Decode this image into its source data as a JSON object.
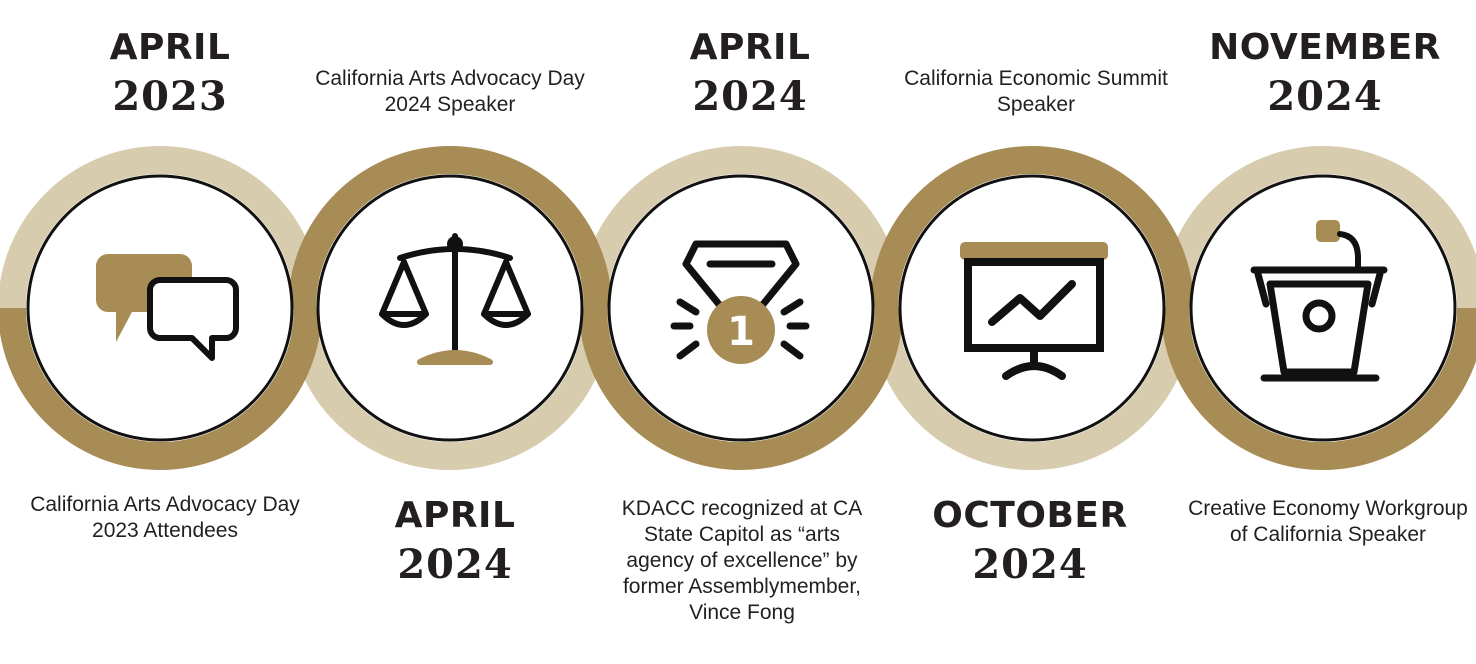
{
  "colors": {
    "gold": "#a88c56",
    "tan": "#d8ccae",
    "ink": "#111111",
    "text": "#231f20"
  },
  "milestones": [
    {
      "month": "APRIL",
      "year": "2023",
      "description": "California Arts Advocacy Day 2023 Attendees",
      "icon": "speech-bubbles-icon"
    },
    {
      "month": "APRIL",
      "year": "2024",
      "description": "California Arts Advocacy Day 2024 Speaker",
      "icon": "scales-of-justice-icon"
    },
    {
      "month": "APRIL",
      "year": "2024",
      "description": "KDACC recognized at CA State Capitol as “arts agency of excellence” by former Assemblymember, Vince Fong",
      "icon": "first-place-medal-icon",
      "medal_number": "1"
    },
    {
      "month": "OCTOBER",
      "year": "2024",
      "description": "California Economic Summit Speaker",
      "icon": "presentation-board-icon"
    },
    {
      "month": "NOVEMBER",
      "year": "2024",
      "description": "Creative Economy Workgroup of California Speaker",
      "icon": "podium-microphone-icon"
    }
  ]
}
